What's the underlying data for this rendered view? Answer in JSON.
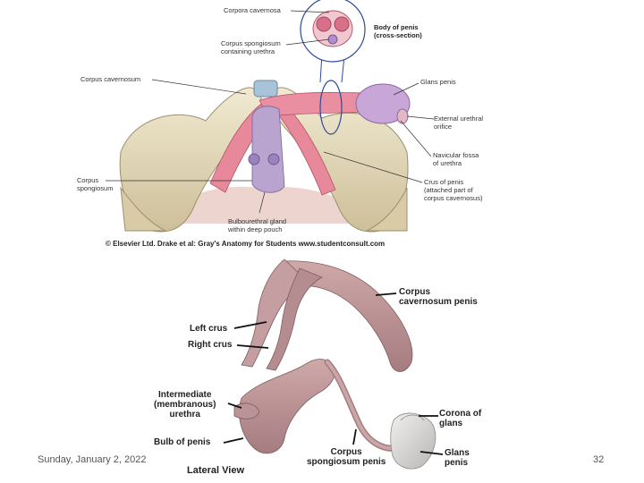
{
  "top_figure": {
    "labels": {
      "corpora_cavernosa": "Corpora cavernosa",
      "body_of_penis": "Body of penis\n(cross-section)",
      "corpus_spongiosum_urethra": "Corpus spongiosum\ncontaining urethra",
      "corpus_cavernosum": "Corpus cavernosum",
      "glans_penis": "Glans penis",
      "external_urethral_orifice": "External urethral\norifice",
      "navicular_fossa": "Navicular fossa\nof urethra",
      "crus_of_penis": "Crus of penis\n(attached part of\ncorpus cavernosus)",
      "corpus_spongiosum": "Corpus\nspongiosum",
      "bulbourethral_gland": "Bulbourethral gland\nwithin deep pouch"
    },
    "credit": "© Elsevier Ltd. Drake et al: Gray's Anatomy for Students www.studentconsult.com"
  },
  "bottom_figure": {
    "labels": {
      "corpus_cavernosum_penis": "Corpus\ncavernosum penis",
      "left_crus": "Left crus",
      "right_crus": "Right crus",
      "intermediate_urethra": "Intermediate\n(membranous)\nurethra",
      "bulb_of_penis": "Bulb of penis",
      "corpus_spongiosum_penis": "Corpus\nspongiosum penis",
      "corona_of_glans": "Corona of\nglans",
      "glans_penis": "Glans\npenis"
    },
    "title": "Lateral View"
  },
  "footer": {
    "date": "Sunday, January 2, 2022",
    "page_number": "32"
  }
}
